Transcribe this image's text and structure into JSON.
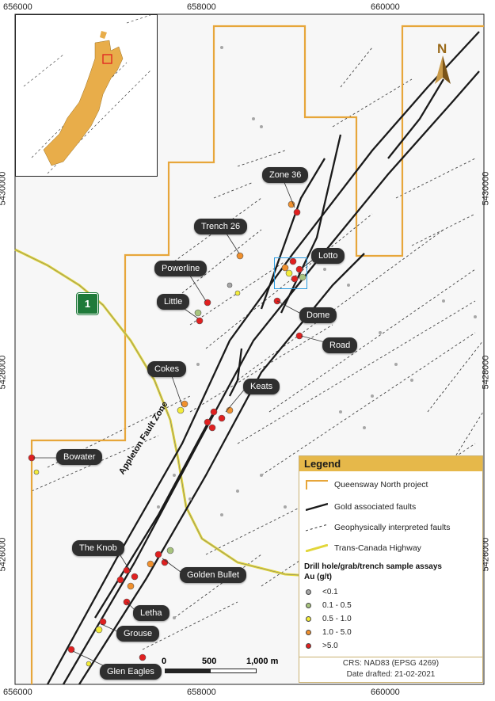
{
  "axes": {
    "x_ticks": [
      "656000",
      "658000",
      "660000"
    ],
    "y_ticks": [
      "5430000",
      "5428000",
      "5426000"
    ]
  },
  "labels": {
    "zone36": "Zone 36",
    "trench26": "Trench 26",
    "powerline": "Powerline",
    "lotto": "Lotto",
    "little": "Little",
    "dome": "Dome",
    "road": "Road",
    "cokes": "Cokes",
    "keats": "Keats",
    "bowater": "Bowater",
    "theknob": "The Knob",
    "goldenbullet": "Golden Bullet",
    "letha": "Letha",
    "grouse": "Grouse",
    "gleneagles": "Glen Eagles",
    "fault_zone": "Appleton Fault Zone"
  },
  "north": "N",
  "highway_shield": "1",
  "scale": {
    "t0": "0",
    "t1": "500",
    "t2": "1,000 m"
  },
  "legend": {
    "title": "Legend",
    "project": "Queensway North project",
    "gold_faults": "Gold associated faults",
    "geo_faults": "Geophysically interpreted faults",
    "highway": "Trans-Canada Highway",
    "assay_title": "Drill hole/grab/trench sample assays",
    "assay_unit": "Au (g/t)",
    "classes": [
      {
        "label": "<0.1",
        "color": "#a6a6a6"
      },
      {
        "label": "0.1 - 0.5",
        "color": "#a8c47e"
      },
      {
        "label": "0.5 - 1.0",
        "color": "#f3ec3a"
      },
      {
        "label": "1.0 - 5.0",
        "color": "#f0902e"
      },
      {
        "label": ">5.0",
        "color": "#e02020"
      }
    ],
    "crs": "CRS: NAD83 (EPSG 4269)",
    "date": "Date drafted: 21-02-2021"
  },
  "colors": {
    "project": "#e7a63a",
    "highway": "#e2d63a",
    "fault": "#1a1a1a"
  }
}
